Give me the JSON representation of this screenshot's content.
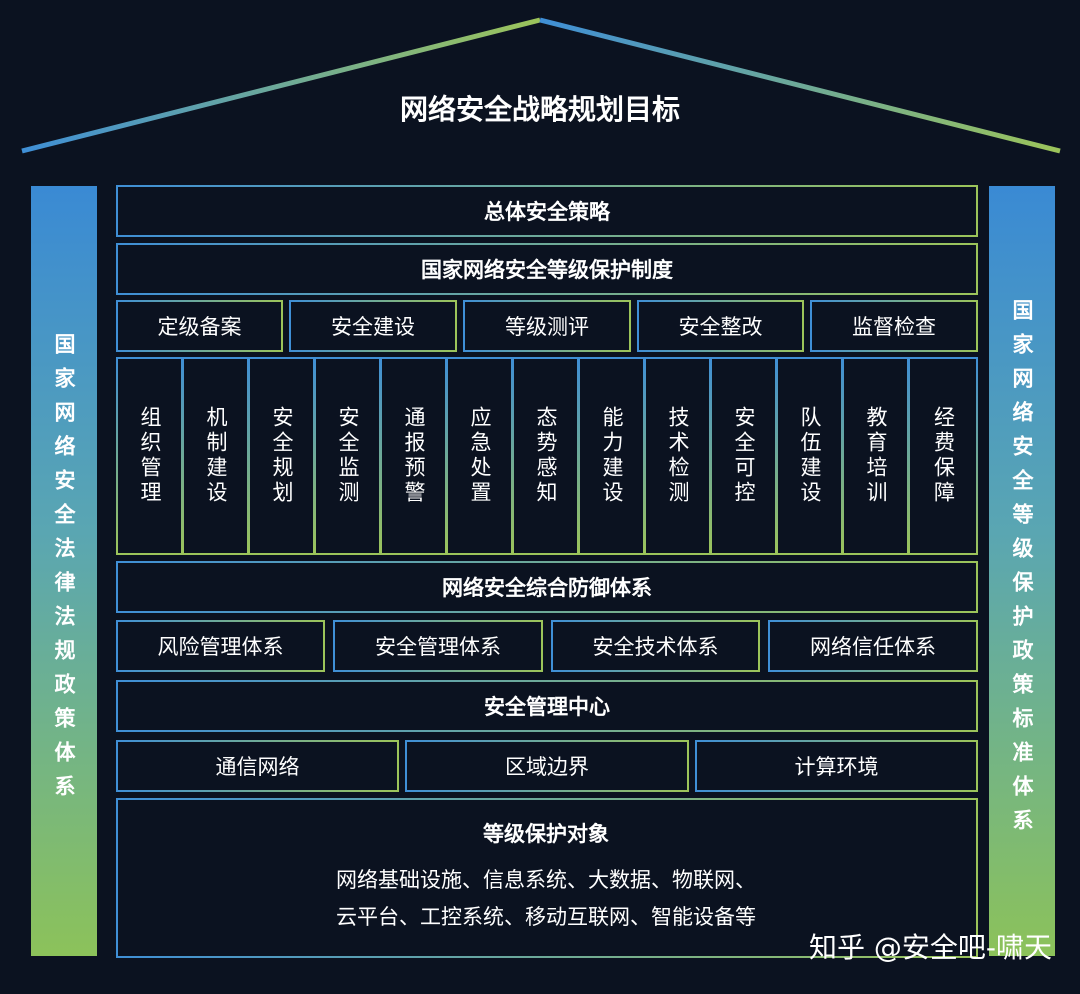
{
  "title": "网络安全战略规划目标",
  "left_pillar": "国家网络安全法律法规政策体系",
  "right_pillar": "国家网络安全等级保护政策标准体系",
  "row1": "总体安全策略",
  "row2": "国家网络安全等级保护制度",
  "row3": [
    "定级备案",
    "安全建设",
    "等级测评",
    "安全整改",
    "监督检查"
  ],
  "row4": [
    "组织管理",
    "机制建设",
    "安全规划",
    "安全监测",
    "通报预警",
    "应急处置",
    "态势感知",
    "能力建设",
    "技术检测",
    "安全可控",
    "队伍建设",
    "教育培训",
    "经费保障"
  ],
  "row5": "网络安全综合防御体系",
  "row6": [
    "风险管理体系",
    "安全管理体系",
    "安全技术体系",
    "网络信任体系"
  ],
  "row7": "安全管理中心",
  "row8": [
    "通信网络",
    "区域边界",
    "计算环境"
  ],
  "objects": {
    "title": "等级保护对象",
    "line1": "网络基础设施、信息系统、大数据、物联网、",
    "line2": "云平台、工控系统、移动互联网、智能设备等"
  },
  "watermark": "知乎 @安全吧-啸天"
}
